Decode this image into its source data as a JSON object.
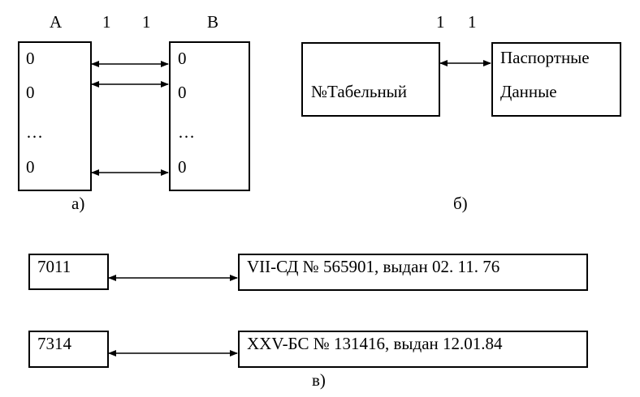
{
  "diagram_a": {
    "label_a": "A",
    "label_b": "B",
    "cardinality_left": "1",
    "cardinality_right": "1",
    "left_items": [
      "0",
      "0",
      "…",
      "0"
    ],
    "right_items": [
      "0",
      "0",
      "…",
      "0"
    ],
    "caption": "а)"
  },
  "diagram_b": {
    "cardinality_left": "1",
    "cardinality_right": "1",
    "left_box": "№Табельный",
    "right_box_line1": "Паспортные",
    "right_box_line2": "Данные",
    "caption": "б)"
  },
  "diagram_c": {
    "rows": [
      {
        "id": "7011",
        "passport": "VII-СД № 565901, выдан 02. 11. 76"
      },
      {
        "id": "7314",
        "passport": "XXV-БС № 131416, выдан 12.01.84"
      }
    ],
    "caption": "в)"
  }
}
